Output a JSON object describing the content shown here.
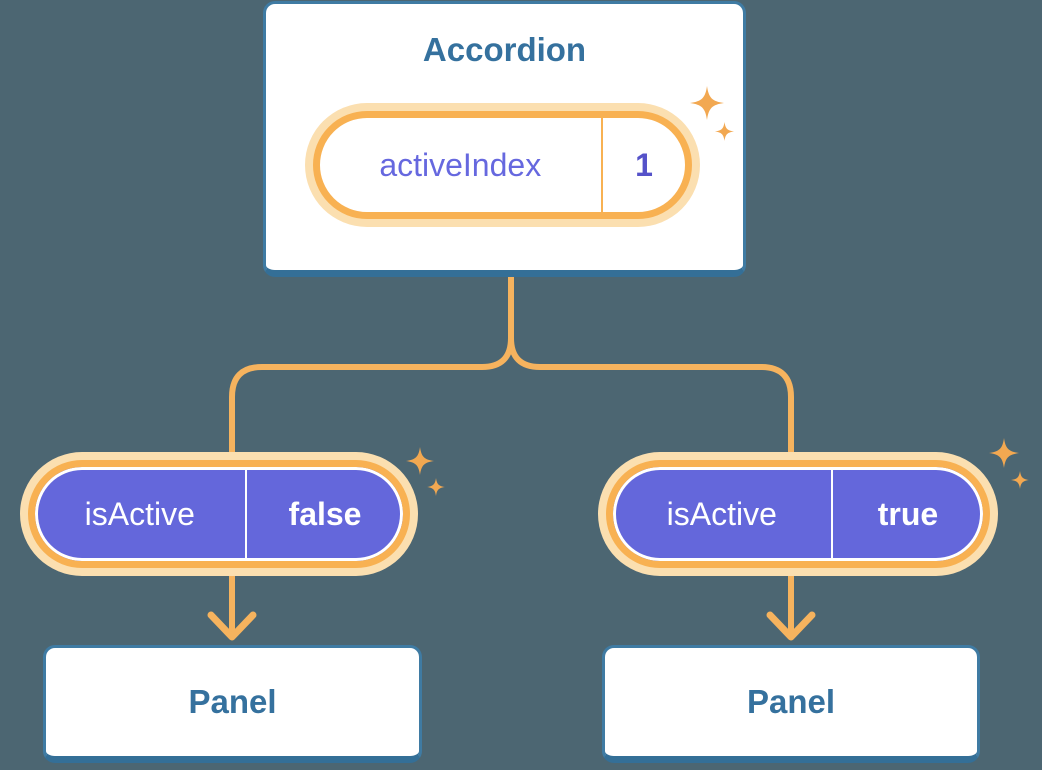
{
  "accordion": {
    "title": "Accordion",
    "state_pill": {
      "label": "activeIndex",
      "value": "1"
    }
  },
  "branches": [
    {
      "prop_pill": {
        "label": "isActive",
        "value": "false"
      },
      "panel": {
        "title": "Panel"
      }
    },
    {
      "prop_pill": {
        "label": "isActive",
        "value": "true"
      },
      "panel": {
        "title": "Panel"
      }
    }
  ],
  "icons": {
    "sparkle": "four-point-star",
    "arrow": "down-arrow"
  },
  "colors": {
    "background": "#4C6672",
    "card_fill": "#FFFFFF",
    "card_border": "#3F7BA3",
    "card_border_bottom": "#346F97",
    "heading_text": "#35719E",
    "pill_ring": "#F8B152",
    "pill_glow": "#FBDFB0",
    "connector": "#F6B35E",
    "sparkle": "#F2A851",
    "prop_pill_fill": "#6467DB",
    "prop_text": "#FFFFFF",
    "state_label_text": "#6668DF",
    "state_value_text": "#5552C9"
  }
}
